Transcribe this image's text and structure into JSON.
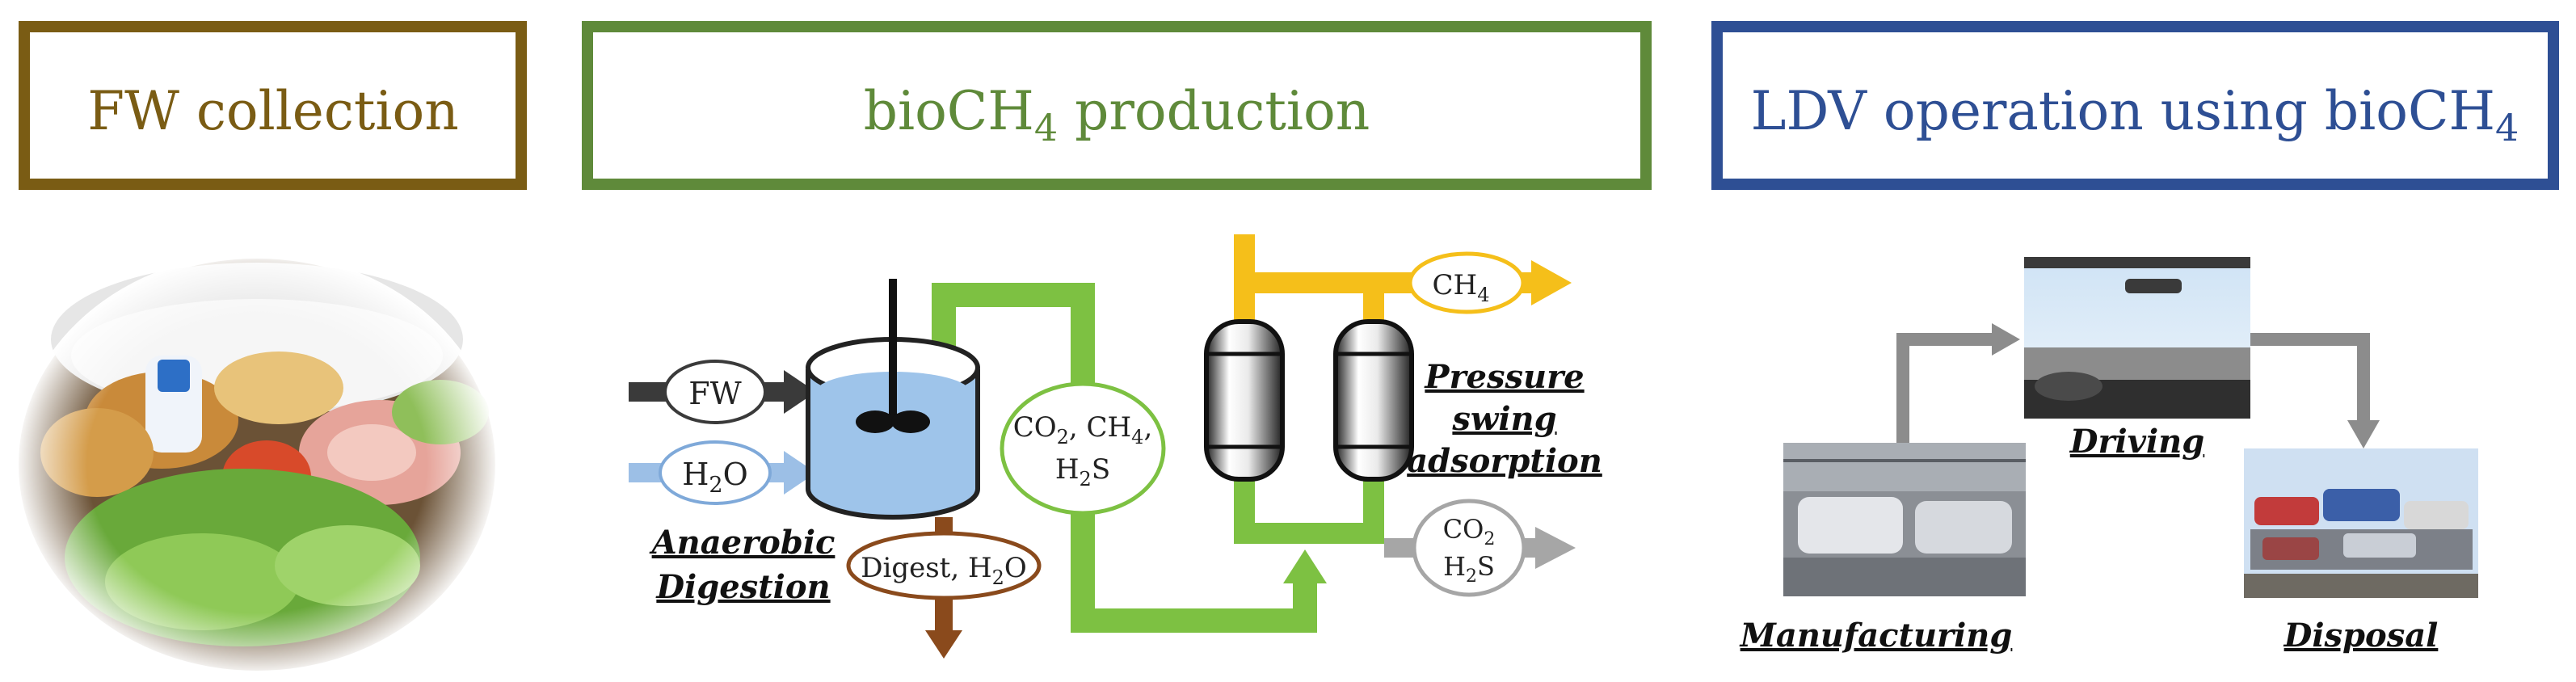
{
  "stages": {
    "fw_collection": {
      "title": "FW collection",
      "color": "#7a5c14"
    },
    "biogas": {
      "title_pre": "bioCH",
      "title_sub": "4",
      "title_post": " production",
      "color": "#5f8a3a"
    },
    "ldv": {
      "title_pre": "LDV operation using bioCH",
      "title_sub": "4",
      "color": "#2e4f94"
    }
  },
  "process": {
    "fw_input": "FW",
    "water_input": {
      "pre": "H",
      "sub": "2",
      "post": "O"
    },
    "reactor_label": [
      "Anaerobic",
      "Digestion"
    ],
    "digest_output": {
      "pre": "Digest, H",
      "sub": "2",
      "post": "O"
    },
    "biogas_stream": {
      "line1": [
        "CO",
        "2",
        ", CH",
        "4",
        ","
      ],
      "line2": [
        "H",
        "2",
        "S"
      ]
    },
    "ch4_output": {
      "pre": "CH",
      "sub": "4"
    },
    "offgas_output": {
      "line1": [
        "CO",
        "2"
      ],
      "line2": [
        "H",
        "2",
        "S"
      ]
    },
    "psa_label": [
      "Pressure",
      "swing",
      "adsorption"
    ]
  },
  "lifecycle": {
    "manufacturing": "Manufacturing",
    "driving": "Driving",
    "disposal": "Disposal"
  },
  "colors": {
    "dark_arrow": "#3a3a3a",
    "water_arrow": "#9cbfe6",
    "water_ellipse": "#7fa9d9",
    "reactor_fill": "#9ec4ea",
    "biogas_pipe": "#7dc142",
    "ch4_pipe": "#f5bf1a",
    "digest_arrow": "#8a4a1c",
    "offgas_arrow": "#a6a6a6",
    "lifecycle_arrow": "#8c8c8c"
  }
}
